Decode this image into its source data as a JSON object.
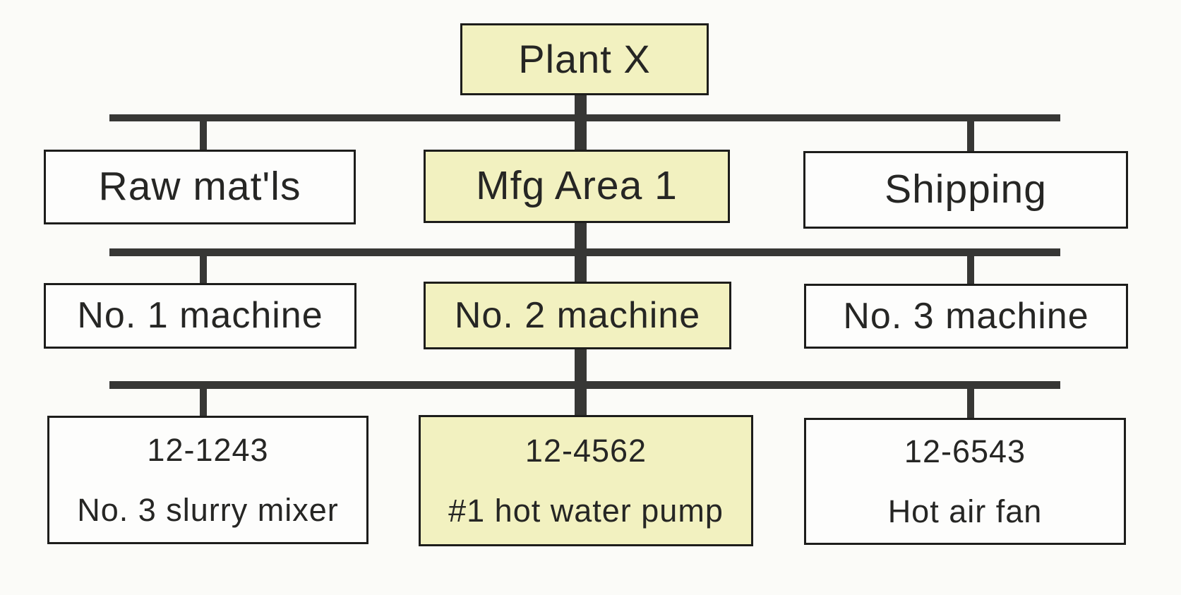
{
  "diagram": {
    "type": "org-hierarchy",
    "colors": {
      "highlight": "#f2f1c0",
      "box_bg": "#fdfdfc",
      "line": "#373735",
      "border": "#1d1d1b",
      "text": "#262624",
      "background": "#fbfbf8"
    },
    "nodes": {
      "root": {
        "label": "Plant X",
        "highlighted": true
      },
      "level2": [
        {
          "label": "Raw mat'ls",
          "highlighted": false
        },
        {
          "label": "Mfg Area 1",
          "highlighted": true
        },
        {
          "label": "Shipping",
          "highlighted": false
        }
      ],
      "level3": [
        {
          "label": "No. 1 machine",
          "highlighted": false
        },
        {
          "label": "No. 2 machine",
          "highlighted": true
        },
        {
          "label": "No. 3 machine",
          "highlighted": false
        }
      ],
      "level4": [
        {
          "id": "12-1243",
          "label": "No. 3 slurry mixer",
          "highlighted": false
        },
        {
          "id": "12-4562",
          "label": "#1 hot water pump",
          "highlighted": true
        },
        {
          "id": "12-6543",
          "label": "Hot air fan",
          "highlighted": false
        }
      ]
    }
  }
}
